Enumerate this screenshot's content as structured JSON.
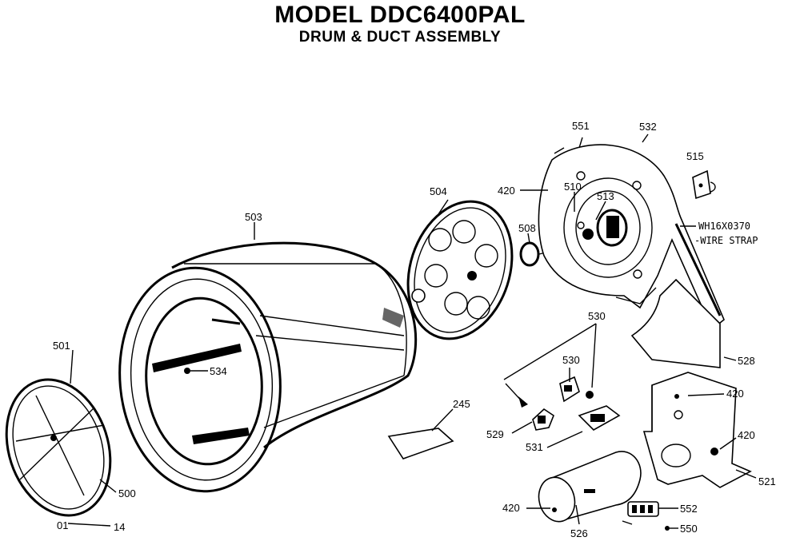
{
  "header": {
    "title": "MODEL DDC6400PAL",
    "subtitle": "DRUM & DUCT ASSEMBLY"
  },
  "callouts": {
    "c501": "501",
    "c503": "503",
    "c504": "504",
    "c534": "534",
    "c500": "500",
    "c01": "01",
    "c14": "14",
    "c245": "245",
    "c508": "508",
    "c420a": "420",
    "c551": "551",
    "c532": "532",
    "c510": "510",
    "c513": "513",
    "c515": "515",
    "c530": "530",
    "c530b": "530",
    "c528": "528",
    "c420b": "420",
    "c420c": "420",
    "c521": "521",
    "c529": "529",
    "c531": "531",
    "c420d": "420",
    "c526": "526",
    "c552": "552",
    "c550": "550",
    "part_number": "WH16X0370",
    "part_desc": "-WIRE STRAP"
  }
}
